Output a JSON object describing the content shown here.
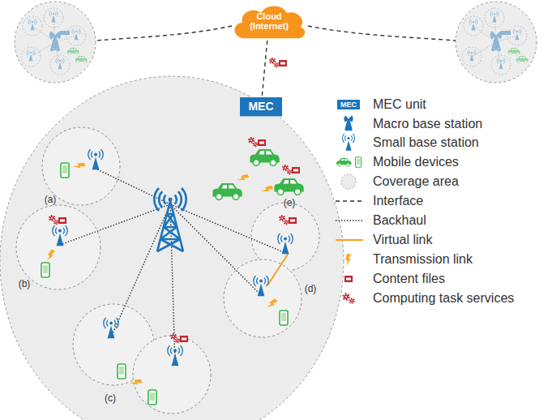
{
  "diagram": {
    "nodes": [
      {
        "text": [
          "Cloud (Internet)"
        ]
      },
      {
        "text": [
          "MEC"
        ]
      }
    ],
    "edges": [
      {
        "from": 0,
        "to": 1,
        "arrow": "none"
      }
    ],
    "labels": [
      "(a)",
      "(b)",
      "(c)",
      "(d)",
      "(e)",
      "MEC"
    ],
    "legend": [
      {
        "text": "MEC unit"
      },
      {
        "text": "Macro base station"
      },
      {
        "text": "Small base station"
      },
      {
        "text": "Mobile devices"
      },
      {
        "text": "Coverage area"
      },
      {
        "text": "Interface"
      },
      {
        "text": "Backhaul"
      },
      {
        "text": "Virtual link"
      },
      {
        "text": "Transmission link"
      },
      {
        "text": "Content files"
      },
      {
        "text": "Computing task services"
      }
    ]
  }
}
